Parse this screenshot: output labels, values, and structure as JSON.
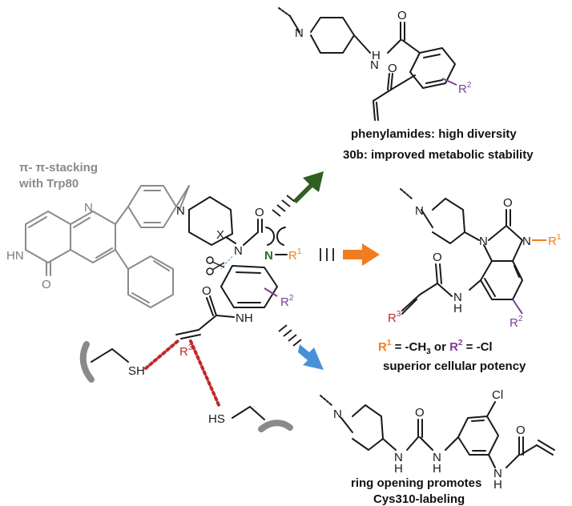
{
  "colors": {
    "orange": "#f07d1f",
    "purple": "#7b3f98",
    "red": "#c0282d",
    "green": "#2e6b2a",
    "arrow_green": "#2f5f23",
    "arrow_orange": "#f07d1f",
    "arrow_blue": "#4a90d9",
    "gray": "#8a8a8a"
  },
  "stacking_label": {
    "line1": "π- π-stacking",
    "line2": "with Trp80"
  },
  "atoms": {
    "N": "N",
    "HN": "HN",
    "NH": "NH",
    "H": "H",
    "O": "O",
    "X": "X",
    "SH": "SH",
    "HS": "HS",
    "Cl": "Cl",
    "R": "R",
    "one": "1",
    "two": "2",
    "three": "3"
  },
  "phenylamide_caption": {
    "line1": "phenylamides: high diversity",
    "line2": "30b: improved metabolic stability"
  },
  "benzimidazolone_caption": {
    "r1_part": "R",
    "r1_sup": "1",
    "mid": " = -CH",
    "ch3_sub": "3",
    "or": " or ",
    "r2_part": "R",
    "r2_sup": "2",
    "end": " = -Cl",
    "line2": "superior cellular potency"
  },
  "urea_caption": {
    "line1": "ring opening promotes",
    "line2": "Cys310-labeling"
  }
}
